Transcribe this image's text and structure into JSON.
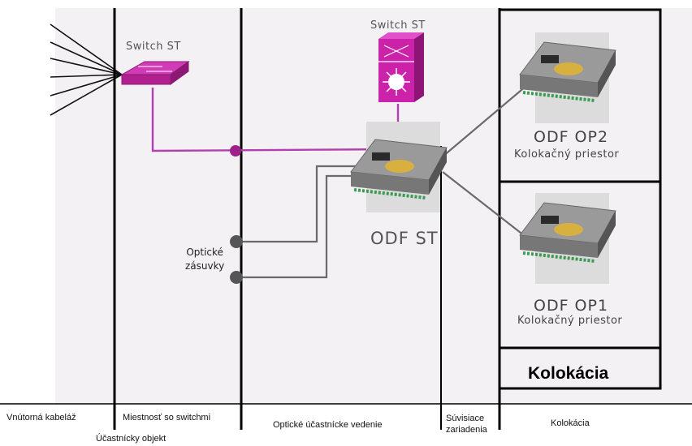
{
  "nodes": {
    "switch_left": {
      "label": "Switch ST"
    },
    "switch_right": {
      "label": "Switch ST"
    },
    "odf_st": {
      "label": "ODF ST"
    },
    "odf_op2": {
      "label": "ODF OP2",
      "subtitle": "Kolokačný priestor"
    },
    "odf_op1": {
      "label": "ODF OP1",
      "subtitle": "Kolokačný priestor"
    },
    "kolokacia_box": {
      "label": "Kolokácia"
    },
    "optical_sockets": {
      "line1": "Optické",
      "line2": "zásuvky"
    }
  },
  "zones": {
    "internal_cabling": "Vnútorná kabeláž",
    "switch_room": "Miestnosť so switchmi",
    "subscriber_object": "Účastnícky objekt",
    "optical_subscriber_line": "Optické účastnícke vedenie",
    "related_equipment_line1": "Súvisiace",
    "related_equipment_line2": "zariadenia",
    "colocation": "Kolokácia"
  },
  "colors": {
    "background_area": "#f2f0f2",
    "switch_magenta": "#cc22aa",
    "magenta_link": "#b040b0",
    "grey_link": "#707070",
    "odf_panel": "#8a8a8a",
    "odf_tile": "#dcdcdc"
  }
}
